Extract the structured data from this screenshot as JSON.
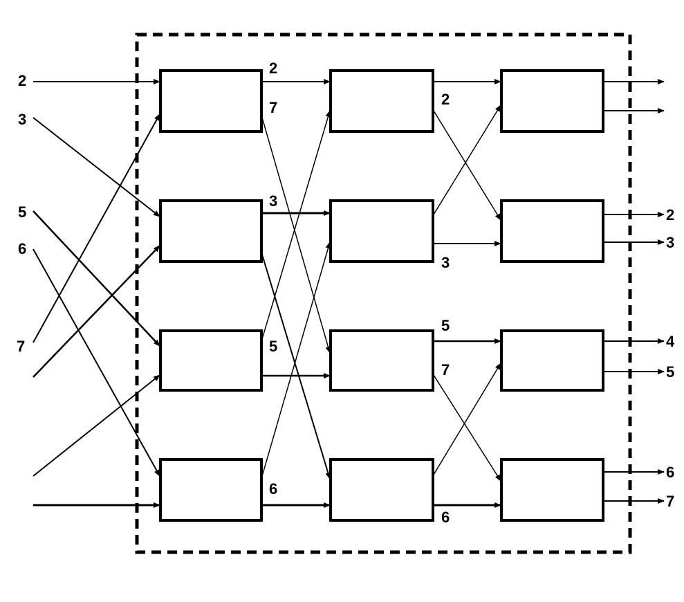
{
  "diagram": {
    "colors": {
      "stroke": "#000000",
      "background": "#ffffff"
    },
    "input_labels": [
      "2",
      "3",
      "5",
      "6",
      "7"
    ],
    "output_labels": [
      "2",
      "3",
      "4",
      "5",
      "6",
      "7"
    ],
    "stage1_labels": [
      "2",
      "7",
      "3",
      "5",
      "6"
    ],
    "stage2_labels": [
      "2",
      "3",
      "5",
      "7",
      "6"
    ]
  }
}
